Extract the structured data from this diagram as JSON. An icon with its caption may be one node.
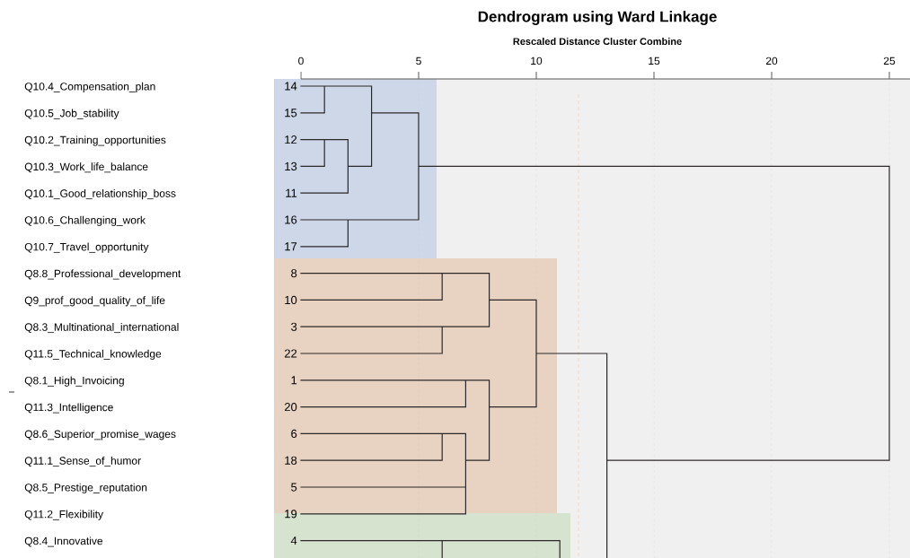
{
  "diagram": {
    "title": "Dendrogram using Ward Linkage",
    "labels": [
      "Rescaled Distance Cluster Combine",
      "0",
      "5",
      "10",
      "15",
      "20",
      "25",
      "Q10.4_Compensation_plan",
      "14",
      "Q10.5_Job_stability",
      "15",
      "Q10.2_Training_opportunities",
      "12",
      "Q10.3_Work_life_balance",
      "13",
      "Q10.1_Good_relationship_boss",
      "11",
      "Q10.6_Challenging_work",
      "16",
      "Q10.7_Travel_opportunity",
      "17",
      "Q8.8_Professional_development",
      "8",
      "Q9_prof_good_quality_of_life",
      "10",
      "Q8.3_Multinational_international",
      "3",
      "Q11.5_Technical_knowledge",
      "22",
      "Q8.1_High_Invoicing",
      "1",
      "Q11.3_Intelligence",
      "20",
      "Q8.6_Superior_promise_wages",
      "6",
      "Q11.1_Sense_of_humor",
      "18",
      "Q8.5_Prestige_reputation",
      "5",
      "Q11.2_Flexibility",
      "19",
      "Q8.4_Innovative",
      "4"
    ]
  }
}
